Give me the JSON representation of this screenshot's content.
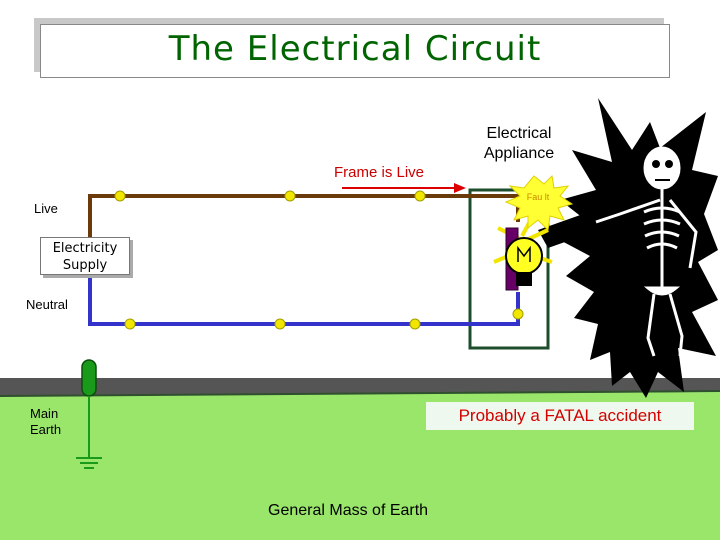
{
  "title": "The Electrical Circuit",
  "labels": {
    "frame_is_live": "Frame is Live",
    "appliance": "Electrical Appliance",
    "fault": "Fau lt",
    "live": "Live",
    "supply": "Electricity Supply",
    "neutral": "Neutral",
    "main_earth": "Main Earth",
    "fatal": "Probably a FATAL accident",
    "mass_of_earth": "General Mass of Earth"
  },
  "colors": {
    "title": "#006400",
    "live_wire": "#6b3a0b",
    "neutral_wire": "#3333cc",
    "earth_wire": "#1a9a1a",
    "ground": "#99e66b",
    "fatal_text": "#d40000",
    "junction": "#f2e600"
  },
  "icons": [
    "light-bulb-icon",
    "skeleton-icon",
    "earth-ground-icon",
    "earth-rod-icon",
    "arrow-right-icon"
  ]
}
